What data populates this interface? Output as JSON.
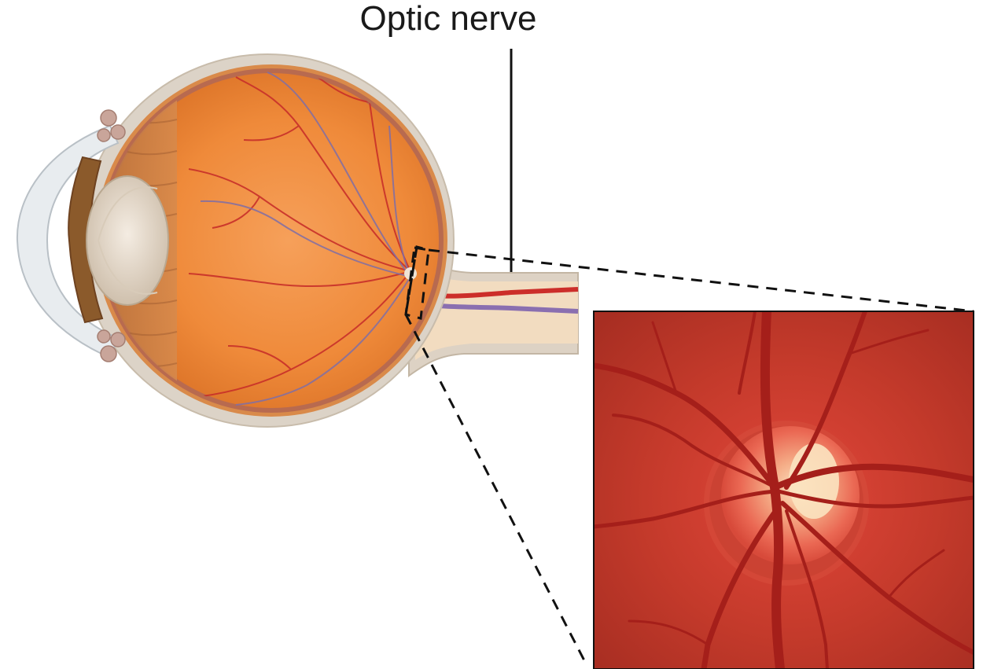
{
  "diagram": {
    "labels": {
      "optic_nerve": "Optic nerve"
    },
    "colors": {
      "sclera": "#dcd3c7",
      "choroid": "#e39a54",
      "retina_interior": "#f08b3c",
      "artery": "#c8302a",
      "vein": "#7f6ea6",
      "fundus_background": "#c0392b",
      "optic_disc": "#f6a49a",
      "leader_line": "#000000"
    },
    "icons": [
      "eyeball-cross-section",
      "retina-fundus-photo"
    ]
  }
}
